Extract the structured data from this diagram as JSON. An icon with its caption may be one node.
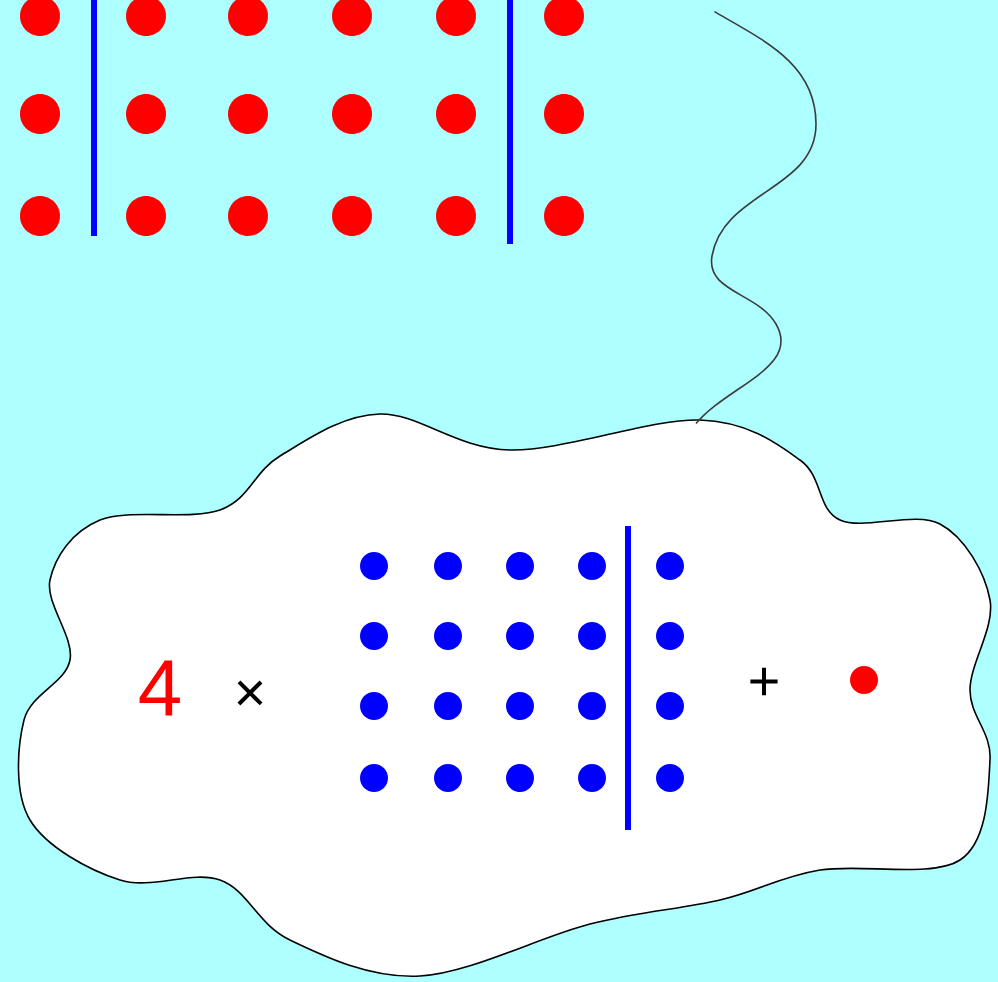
{
  "diagram": {
    "nodes": [
      {
        "text": [],
        "shape": "picture"
      },
      {
        "text": [
          "4",
          "×",
          "+"
        ]
      }
    ],
    "edges": [
      {
        "from": 0,
        "to": 1,
        "arrow": "none"
      }
    ]
  }
}
